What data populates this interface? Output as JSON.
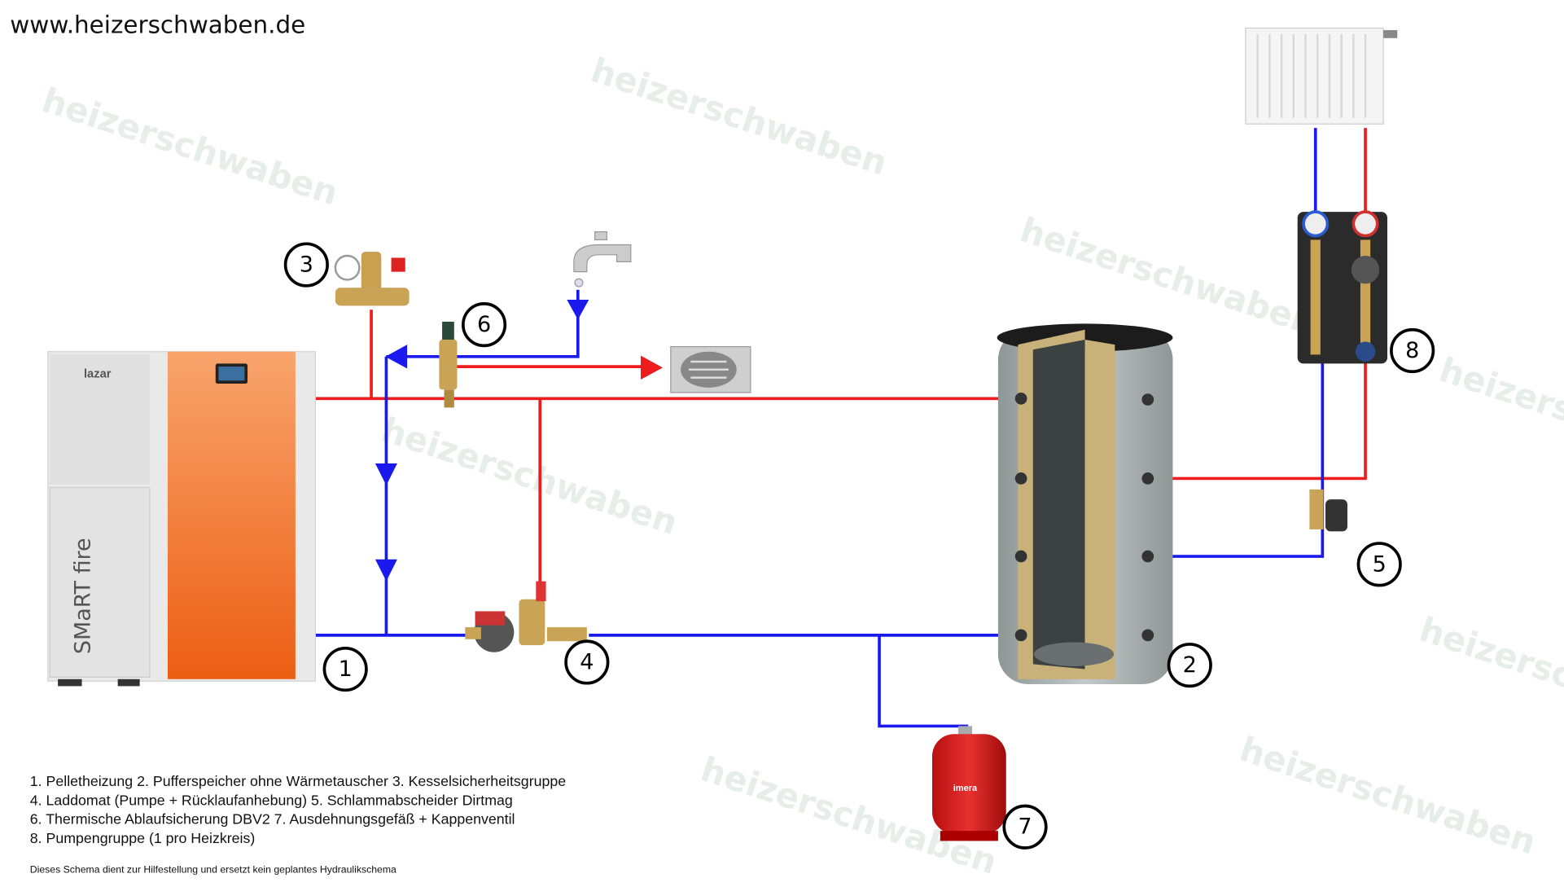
{
  "header": {
    "website": "www.heizerschwaben.de"
  },
  "watermark": {
    "text": "heizerschwaben"
  },
  "boiler": {
    "brand": "lazar",
    "model": "SMaRT fire"
  },
  "expansion_vessel": {
    "brand": "imera"
  },
  "markers": [
    "1",
    "2",
    "3",
    "4",
    "5",
    "6",
    "7",
    "8"
  ],
  "legend": {
    "lines": [
      "1. Pelletheizung   2. Pufferspeicher ohne Wärmetauscher   3. Kesselsicherheitsgruppe",
      "4. Laddomat (Pumpe + Rücklaufanhebung) 5. Schlammabscheider Dirtmag",
      "6. Thermische Ablaufsicherung DBV2  7. Ausdehnungsgefäß + Kappenventil",
      "8. Pumpengruppe (1 pro Heizkreis)"
    ],
    "disclaimer": "Dieses Schema dient zur Hilfestellung und ersetzt kein geplantes Hydraulikschema"
  },
  "colors": {
    "flow": "#ee1c1c",
    "return": "#1a1aee",
    "boiler_orange": "#f47a24",
    "tank_grey": "#a9b0b0"
  }
}
